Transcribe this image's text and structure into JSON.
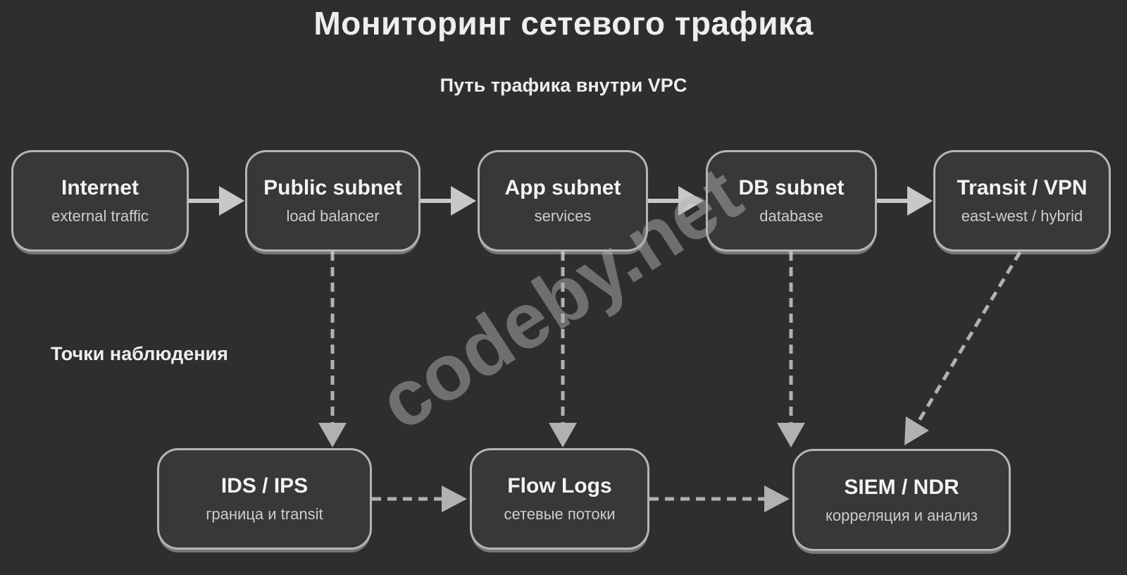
{
  "page": {
    "title": "Мониторинг сетевого трафика",
    "subtitle": "Путь трафика внутри VPC",
    "section_label": "Точки наблюдения",
    "watermark": "codeby.net"
  },
  "colors": {
    "background": "#302e2c",
    "node_fill": "#3a3836",
    "node_border": "#b7b5b3",
    "node_title_color": "#f5f3f1",
    "node_subtitle_color": "#cfcdcb",
    "heading_color": "#f0eeec",
    "arrow_solid": "#cac8c6",
    "arrow_dashed": "#b3b1af",
    "watermark_color": "rgba(175,175,175,0.5)"
  },
  "nodes": {
    "internet": {
      "title": "Internet",
      "subtitle": "external traffic"
    },
    "public_subnet": {
      "title": "Public subnet",
      "subtitle": "load balancer"
    },
    "app_subnet": {
      "title": "App subnet",
      "subtitle": "services"
    },
    "db_subnet": {
      "title": "DB subnet",
      "subtitle": "database"
    },
    "transit_vpn": {
      "title": "Transit / VPN",
      "subtitle": "east-west / hybrid"
    },
    "ids_ips": {
      "title": "IDS / IPS",
      "subtitle": "граница и transit"
    },
    "flow_logs": {
      "title": "Flow Logs",
      "subtitle": "сетевые потоки"
    },
    "siem_ndr": {
      "title": "SIEM / NDR",
      "subtitle": "корреляция и анализ"
    }
  },
  "edges": [
    {
      "from": "Internet",
      "to": "Public subnet",
      "style": "solid"
    },
    {
      "from": "Public subnet",
      "to": "App subnet",
      "style": "solid"
    },
    {
      "from": "App subnet",
      "to": "DB subnet",
      "style": "solid"
    },
    {
      "from": "DB subnet",
      "to": "Transit / VPN",
      "style": "solid"
    },
    {
      "from": "Public subnet",
      "to": "IDS / IPS",
      "style": "dashed"
    },
    {
      "from": "App subnet",
      "to": "Flow Logs",
      "style": "dashed"
    },
    {
      "from": "DB subnet",
      "to": "SIEM / NDR",
      "style": "dashed"
    },
    {
      "from": "Transit / VPN",
      "to": "SIEM / NDR",
      "style": "dashed"
    },
    {
      "from": "IDS / IPS",
      "to": "Flow Logs",
      "style": "dashed"
    },
    {
      "from": "Flow Logs",
      "to": "SIEM / NDR",
      "style": "dashed"
    }
  ]
}
